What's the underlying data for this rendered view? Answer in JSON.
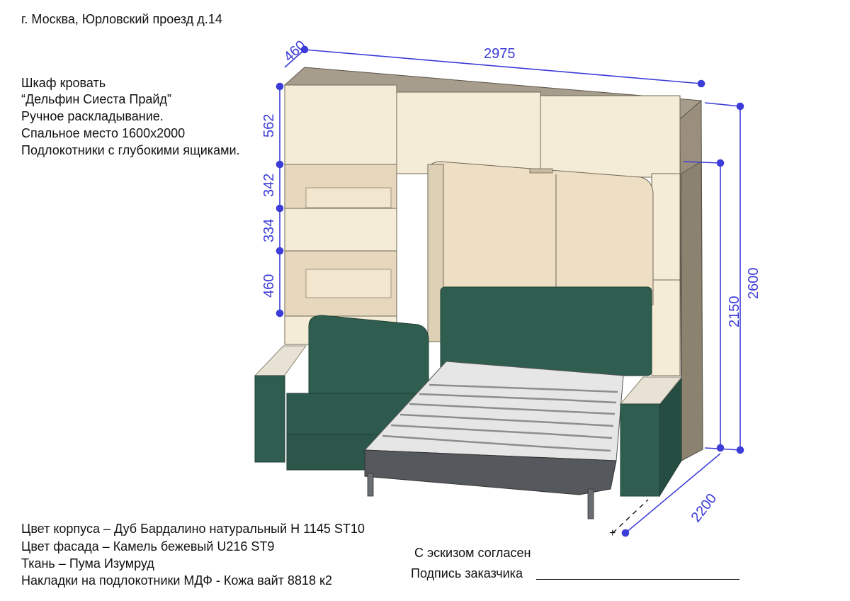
{
  "address": "г. Москва, Юрловский проезд д.14",
  "product": {
    "lines": [
      "Шкаф кровать",
      "“Дельфин Сиеста Прайд”",
      "Ручное раскладывание.",
      "Спальное место 1600х2000",
      "Подлокотники с глубокими ящиками."
    ]
  },
  "specs": [
    "Цвет корпуса – Дуб  Бардалино натуральный H 1145 ST10",
    "Цвет фасада – Камель бежевый  U216 ST9",
    "Ткань – Пума Изумруд",
    "Накладки на подлокотники МДФ - Кожа вайт 8818 к2"
  ],
  "approval": {
    "agreed": "С эскизом согласен",
    "signature_label": "Подпись заказчика"
  },
  "dimensions": {
    "depth": "460",
    "width": "2975",
    "height_total": "2600",
    "height_bed": "2150",
    "bed_length": "2200",
    "sections": [
      "562",
      "342",
      "334",
      "460"
    ]
  },
  "colors": {
    "dimension": "#3c3cd8",
    "facade": "#f4ecd6",
    "carcass": "#9a8f7c",
    "fabric": "#2f5e50",
    "mdf": "#e8e2d4",
    "frame": "#55585c"
  }
}
